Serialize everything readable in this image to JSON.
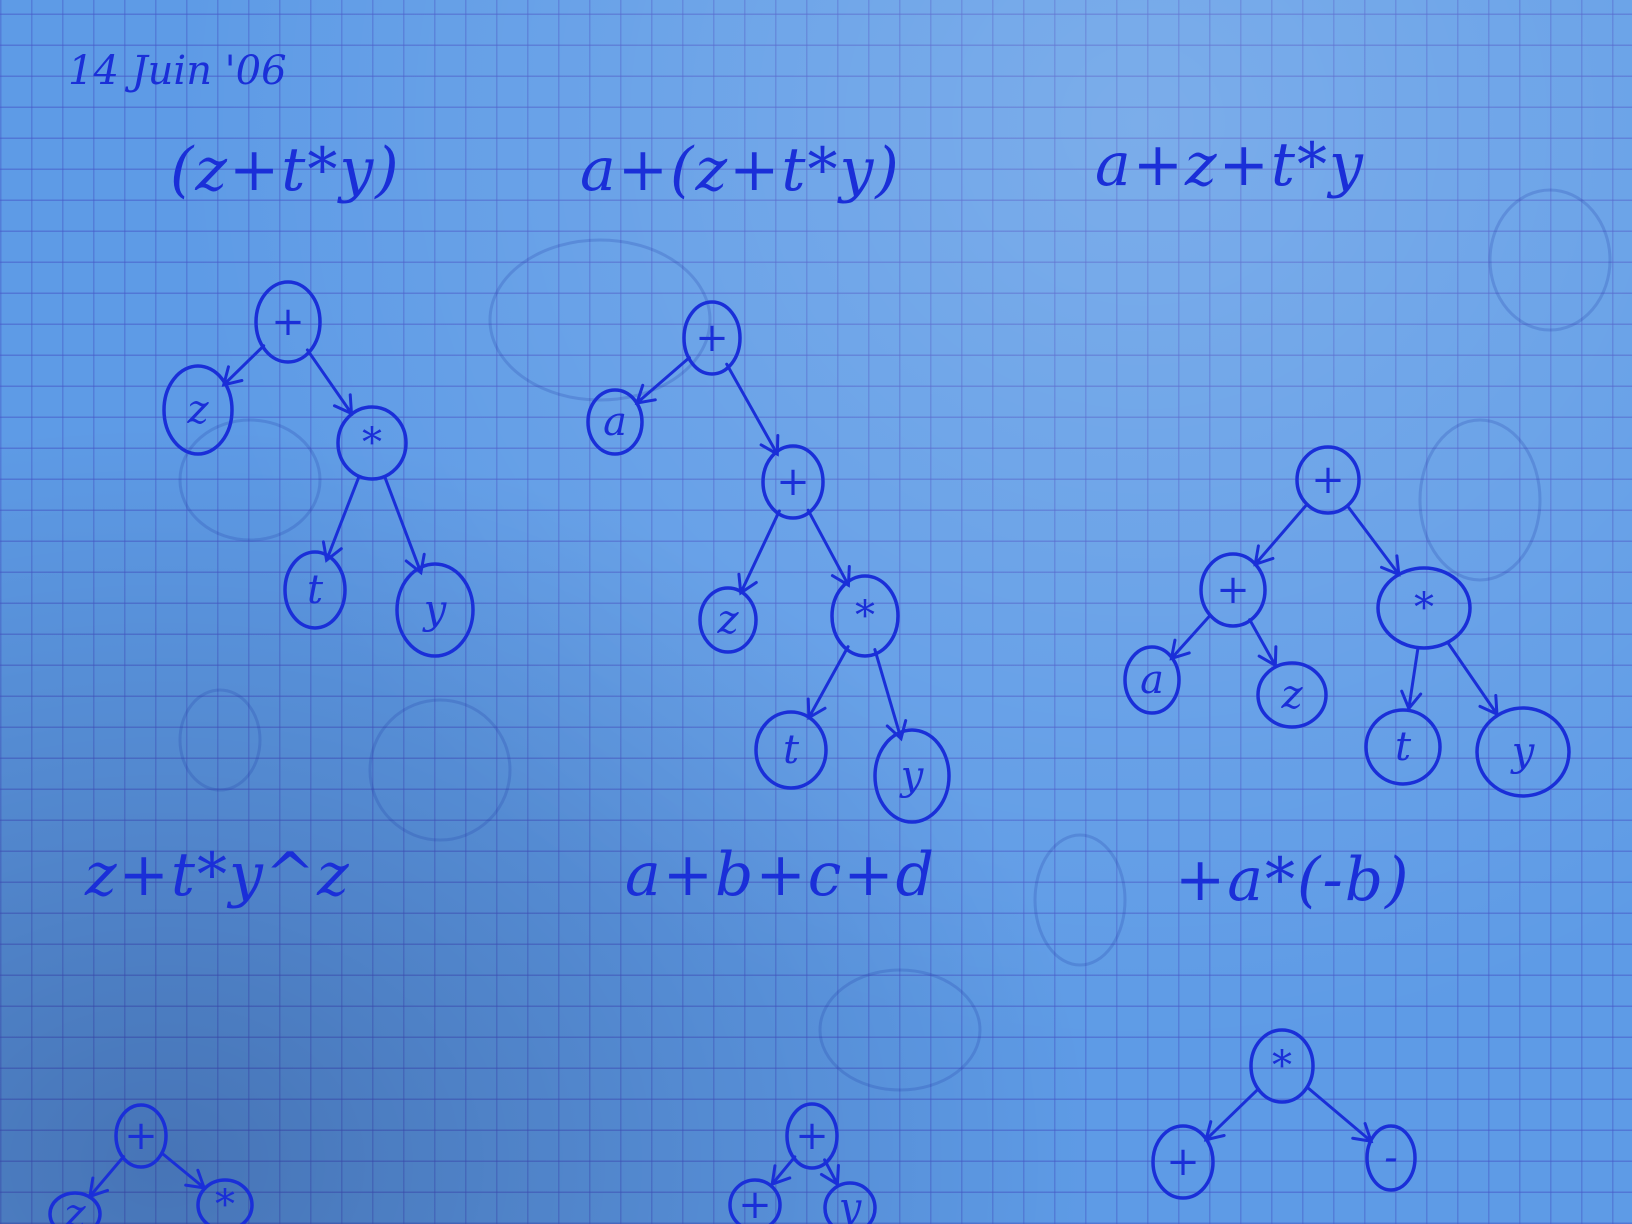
{
  "date": "14 Juin '06",
  "expressions": [
    "(z+t*y)",
    "a+(z+t*y)",
    "a+z+t*y",
    "z+t*y^z",
    "a+b+c+d",
    "+a*(-b)"
  ],
  "trees": [
    {
      "id": "tree-1",
      "nodes": [
        {
          "label": "+"
        },
        {
          "label": "z"
        },
        {
          "label": "*"
        },
        {
          "label": "t"
        },
        {
          "label": "y"
        }
      ],
      "edges": [
        [
          0,
          1
        ],
        [
          0,
          2
        ],
        [
          2,
          3
        ],
        [
          2,
          4
        ]
      ]
    },
    {
      "id": "tree-2",
      "nodes": [
        {
          "label": "+"
        },
        {
          "label": "a"
        },
        {
          "label": "+"
        },
        {
          "label": "z"
        },
        {
          "label": "*"
        },
        {
          "label": "t"
        },
        {
          "label": "y"
        }
      ],
      "edges": [
        [
          0,
          1
        ],
        [
          0,
          2
        ],
        [
          2,
          3
        ],
        [
          2,
          4
        ],
        [
          4,
          5
        ],
        [
          4,
          6
        ]
      ]
    },
    {
      "id": "tree-3",
      "nodes": [
        {
          "label": "+"
        },
        {
          "label": "+"
        },
        {
          "label": "*"
        },
        {
          "label": "a"
        },
        {
          "label": "z"
        },
        {
          "label": "t"
        },
        {
          "label": "y"
        }
      ],
      "edges": [
        [
          0,
          1
        ],
        [
          0,
          2
        ],
        [
          1,
          3
        ],
        [
          1,
          4
        ],
        [
          2,
          5
        ],
        [
          2,
          6
        ]
      ]
    },
    {
      "id": "tree-4",
      "nodes": [
        {
          "label": "+"
        },
        {
          "label": "z"
        },
        {
          "label": "*"
        }
      ],
      "edges": [
        [
          0,
          1
        ],
        [
          0,
          2
        ]
      ]
    },
    {
      "id": "tree-5",
      "nodes": [
        {
          "label": "+"
        },
        {
          "label": "+"
        },
        {
          "label": "y"
        }
      ],
      "edges": [
        [
          0,
          1
        ],
        [
          0,
          2
        ]
      ]
    },
    {
      "id": "tree-6",
      "nodes": [
        {
          "label": "*"
        },
        {
          "label": "+"
        },
        {
          "label": "-"
        }
      ],
      "edges": [
        [
          0,
          1
        ],
        [
          0,
          2
        ]
      ]
    }
  ]
}
